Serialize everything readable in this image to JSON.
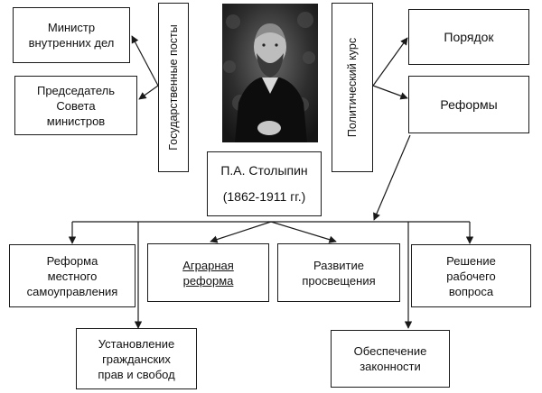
{
  "center": {
    "name": "П.А. Столыпин",
    "years": "(1862-1911 гг.)"
  },
  "labels": {
    "gov_posts": "Государственные посты",
    "policy": "Политический курс"
  },
  "posts": {
    "minister": "Министр\nвнутренних дел",
    "chairman": "Председатель\nСовета\nминистров"
  },
  "course": {
    "order": "Порядок",
    "reforms": "Реформы"
  },
  "reform_items": {
    "local": "Реформа\nместного\nсамоуправления",
    "agrarian": "Аграрная\nреформа",
    "education": "Развитие\nпросвещения",
    "labor": "Решение\nрабочего\nвопроса",
    "rights": "Установление\nгражданских\nправ и свобод",
    "law": "Обеспечение\nзаконности"
  }
}
